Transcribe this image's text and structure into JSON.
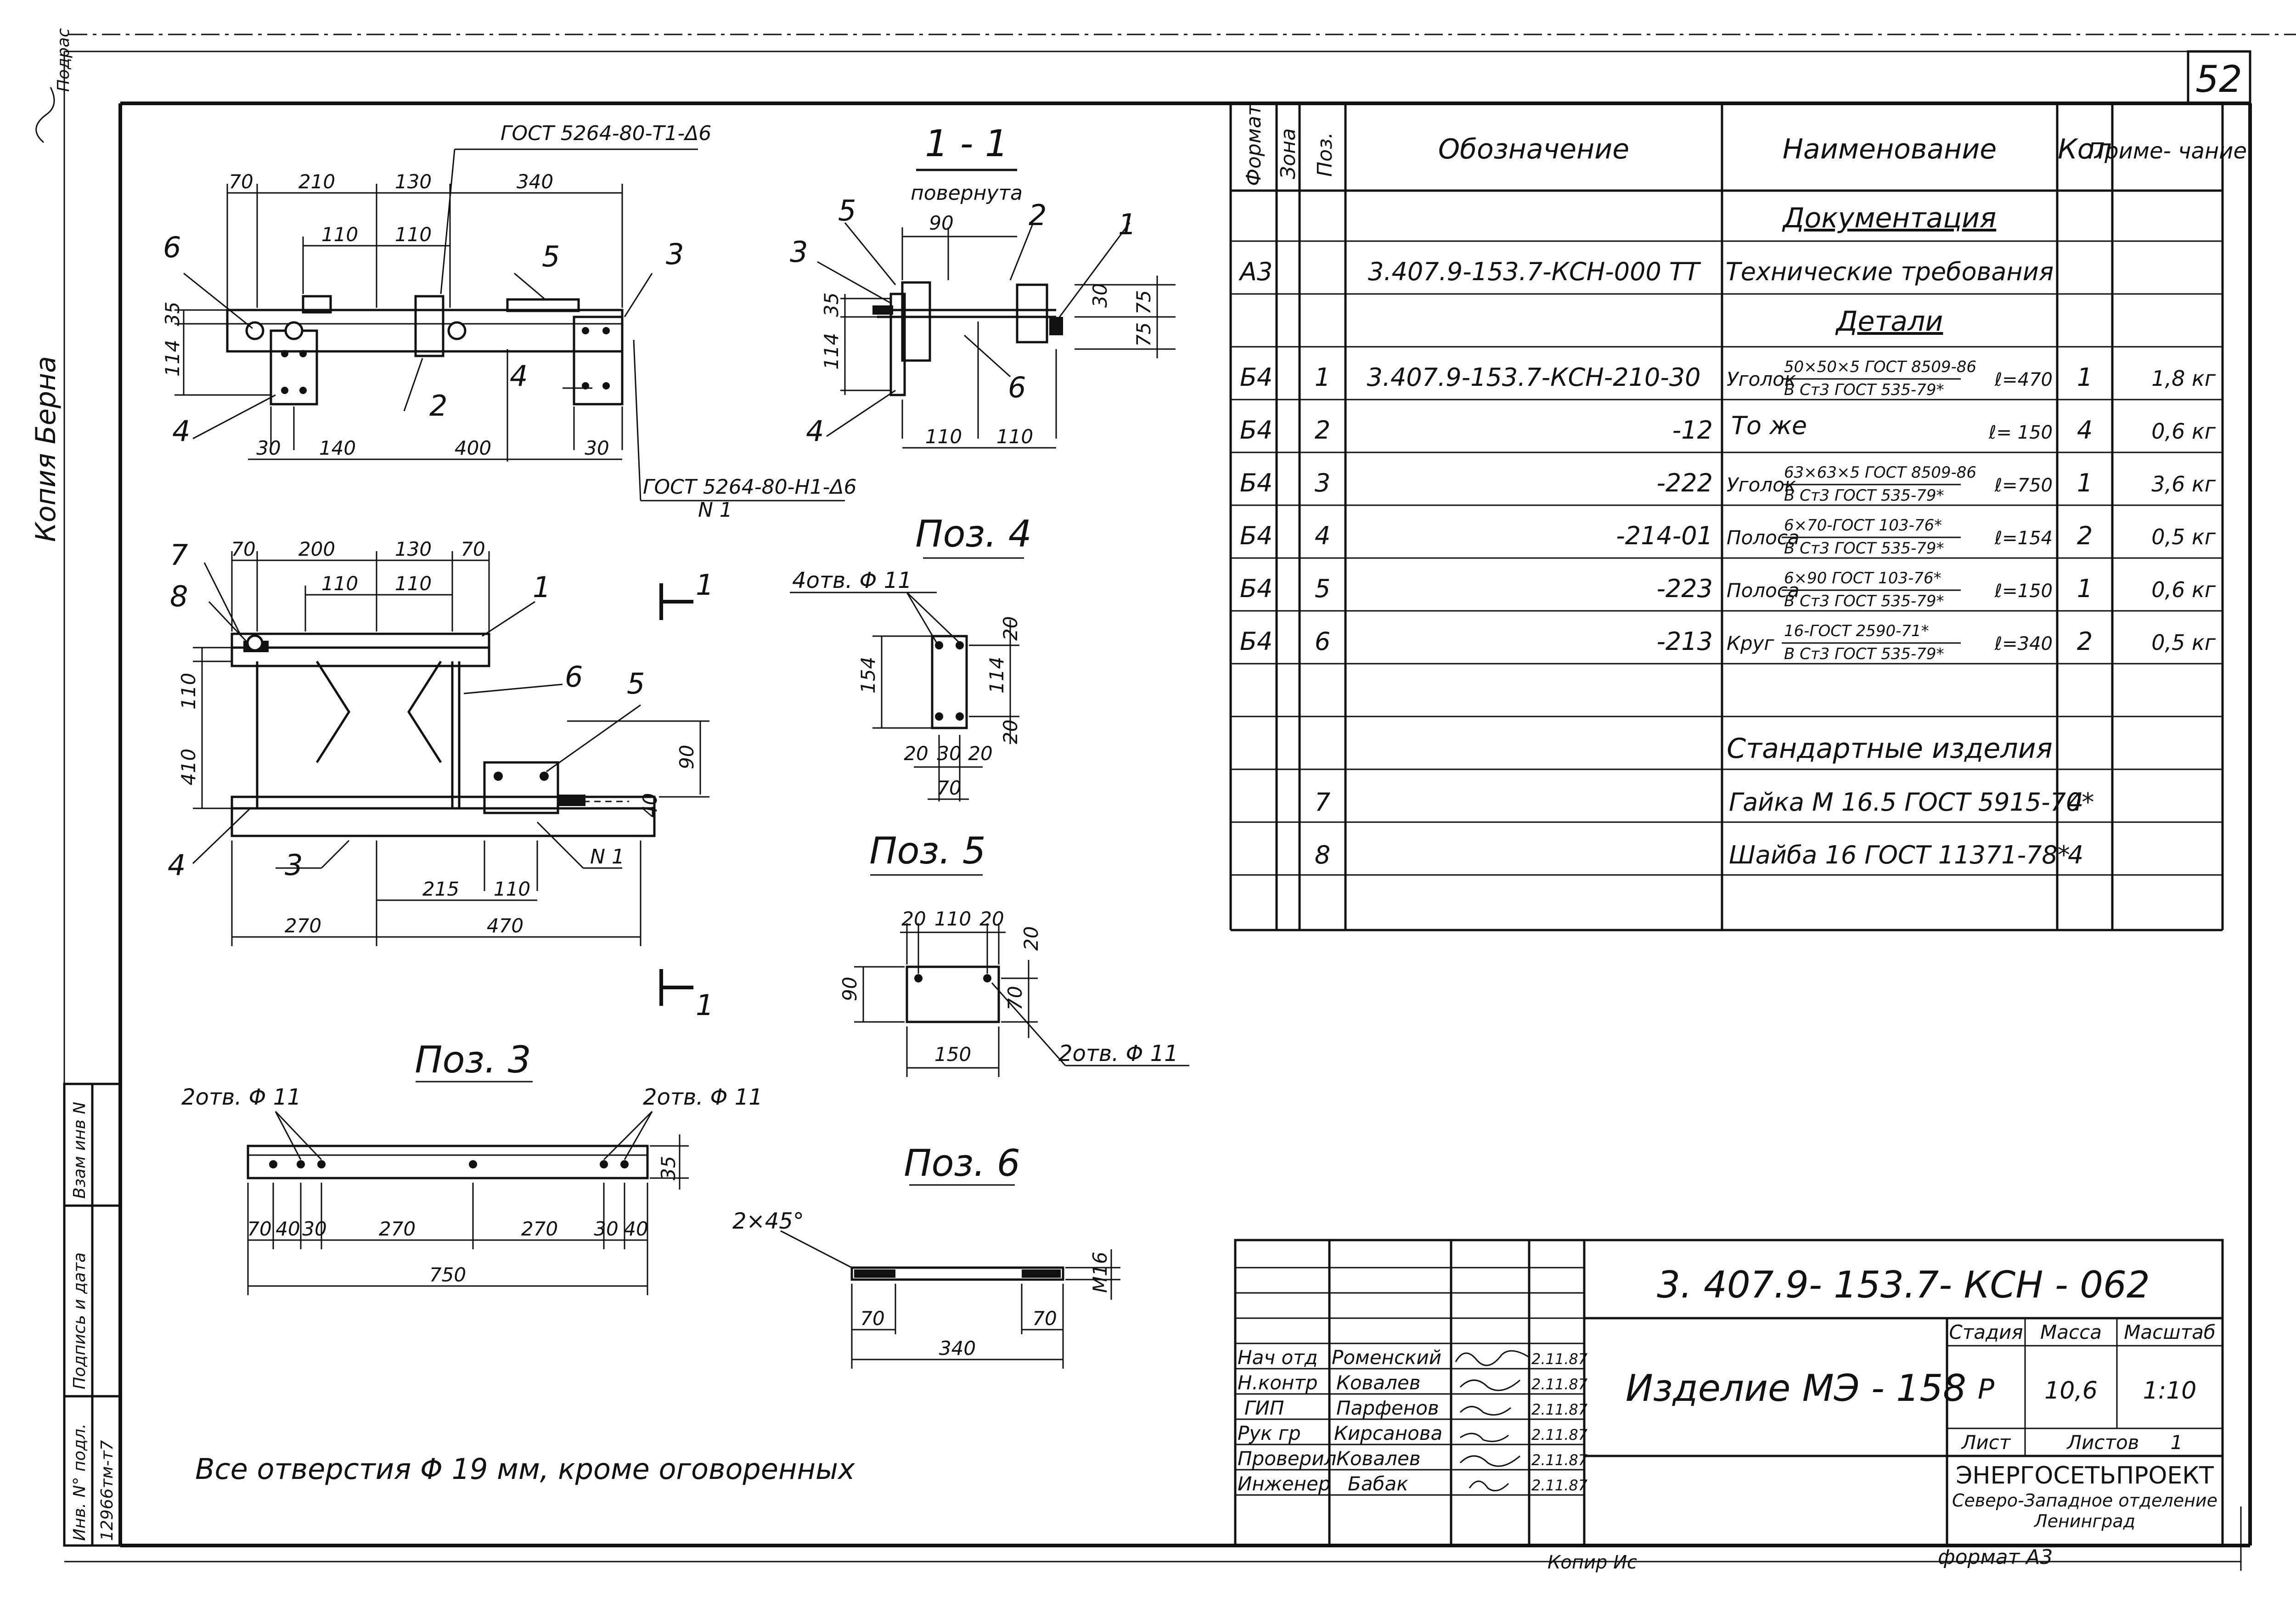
{
  "sheet_number": "52",
  "margin": {
    "side_note": "Копия Берна",
    "corner_note": "Подрас",
    "inv_labels": [
      "Инв. N° подл.",
      "Подпись и дата",
      "Взам инв N"
    ],
    "inv_value": "12966тм-т7"
  },
  "views": {
    "main_dims_top": [
      "70",
      "210",
      "130",
      "340"
    ],
    "main_dims_mid": [
      "110",
      "110"
    ],
    "main_dims_bottom": [
      "30",
      "140",
      "400",
      "30"
    ],
    "main_dims_left": [
      "35",
      "114"
    ],
    "main_std_top": "ГОСТ 5264-80-Т1-Δ6",
    "main_std_bottom": "ГОСТ 5264-80-Н1-Δ6",
    "main_std_bottom_sub": "N 1",
    "main_pos": [
      "6",
      "5",
      "3",
      "2",
      "4",
      "4"
    ],
    "plan_dims_top": [
      "70",
      "200",
      "130",
      "70"
    ],
    "plan_dims_mid": [
      "110",
      "110"
    ],
    "plan_dims_left": [
      "110",
      "410"
    ],
    "plan_dims_right": [
      "90",
      "40"
    ],
    "plan_dims_bottom": [
      "215",
      "110"
    ],
    "plan_dims_bottom2": [
      "270",
      "470"
    ],
    "plan_pos": [
      "7",
      "8",
      "1",
      "6",
      "5",
      "4",
      "3"
    ],
    "plan_weld": "N 1",
    "section_mark": "1",
    "section_title": "1 - 1",
    "section_sub": "повернута",
    "section_dims_top": "90",
    "section_dims_left": [
      "35",
      "114"
    ],
    "section_dims_right": [
      "30",
      "75",
      "75"
    ],
    "section_dims_bottom": [
      "110",
      "110"
    ],
    "section_pos": [
      "5",
      "2",
      "1",
      "3",
      "6",
      "4"
    ],
    "pos4_title": "Поз. 4",
    "pos4_holes": "4отв. Φ 11",
    "pos4_dims": [
      "154",
      "114",
      "20",
      "20",
      "20",
      "30",
      "20",
      "70"
    ],
    "pos5_title": "Поз. 5",
    "pos5_holes": "2отв. Φ 11",
    "pos5_dims": [
      "20",
      "110",
      "20",
      "90",
      "20",
      "70",
      "150"
    ],
    "pos3_title": "Поз. 3",
    "pos3_holes_left": "2отв. Φ 11",
    "pos3_holes_right": "2отв. Φ 11",
    "pos3_dims": [
      "70",
      "40",
      "30",
      "270",
      "270",
      "30",
      "40"
    ],
    "pos3_total": "750",
    "pos3_height": "35",
    "pos6_title": "Поз. 6",
    "pos6_chamfer": "2×45°",
    "pos6_thread": "М16",
    "pos6_dims": [
      "70",
      "70"
    ],
    "pos6_total": "340"
  },
  "note": "Все отверстия Φ 19 мм, кроме оговоренных",
  "spec": {
    "headers": {
      "format": "Формат",
      "zone": "Зона",
      "pos": "Поз.",
      "designation": "Обозначение",
      "name": "Наименование",
      "qty": "Кол",
      "note": "Приме- чание"
    },
    "section_docs": "Документация",
    "section_parts": "Детали",
    "section_std": "Стандартные изделия",
    "rows": [
      {
        "format": "А3",
        "pos": "",
        "designation": "3.407.9-153.7-КСН-000 ТТ",
        "name": "Технические требования",
        "frac_top": "",
        "frac_bot": "",
        "len": "",
        "qty": "",
        "note": ""
      },
      {
        "format": "Б4",
        "pos": "1",
        "designation": "3.407.9-153.7-КСН-210-30",
        "name": "Уголок",
        "frac_top": "50×50×5 ГОСТ 8509-86",
        "frac_bot": "В Ст3 ГОСТ 535-79*",
        "len": "ℓ=470",
        "qty": "1",
        "note": "1,8 кг"
      },
      {
        "format": "Б4",
        "pos": "2",
        "designation": "-12",
        "name": "То же",
        "frac_top": "",
        "frac_bot": "",
        "len": "ℓ= 150",
        "qty": "4",
        "note": "0,6 кг"
      },
      {
        "format": "Б4",
        "pos": "3",
        "designation": "-222",
        "name": "Уголок",
        "frac_top": "63×63×5 ГОСТ 8509-86",
        "frac_bot": "В Ст3 ГОСТ 535-79*",
        "len": "ℓ=750",
        "qty": "1",
        "note": "3,6 кг"
      },
      {
        "format": "Б4",
        "pos": "4",
        "designation": "-214-01",
        "name": "Полоса",
        "frac_top": "6×70-ГОСТ 103-76*",
        "frac_bot": "В Ст3 ГОСТ 535-79*",
        "len": "ℓ=154",
        "qty": "2",
        "note": "0,5 кг"
      },
      {
        "format": "Б4",
        "pos": "5",
        "designation": "-223",
        "name": "Полоса",
        "frac_top": "6×90 ГОСТ 103-76*",
        "frac_bot": "В Ст3 ГОСТ 535-79*",
        "len": "ℓ=150",
        "qty": "1",
        "note": "0,6 кг"
      },
      {
        "format": "Б4",
        "pos": "6",
        "designation": "-213",
        "name": "Круг",
        "frac_top": "16-ГОСТ 2590-71*",
        "frac_bot": "В Ст3 ГОСТ 535-79*",
        "len": "ℓ=340",
        "qty": "2",
        "note": "0,5 кг"
      },
      {
        "format": "",
        "pos": "7",
        "designation": "",
        "name": "Гайка М 16.5 ГОСТ 5915-70*",
        "frac_top": "",
        "frac_bot": "",
        "len": "",
        "qty": "4",
        "note": ""
      },
      {
        "format": "",
        "pos": "8",
        "designation": "",
        "name": "Шайба 16 ГОСТ 11371-78*",
        "frac_top": "",
        "frac_bot": "",
        "len": "",
        "qty": "4",
        "note": ""
      }
    ]
  },
  "title_block": {
    "code": "3. 407.9- 153.7- КСН - 062",
    "product": "Изделие   МЭ - 158",
    "stage_label": "Стадия",
    "mass_label": "Масса",
    "scale_label": "Масштаб",
    "stage": "Р",
    "mass": "10,6",
    "scale": "1:10",
    "sheet_label": "Лист",
    "sheets_label": "Листов",
    "sheets": "1",
    "org1": "ЭНЕРГОСЕТЬПРОЕКТ",
    "org2": "Северо-Западное отделение",
    "org3": "Ленинград",
    "format_note": "формат А3",
    "copy_note": "Копир Ис",
    "people": [
      {
        "role": "Нач отд",
        "name": "Роменский",
        "date": "2.11.87"
      },
      {
        "role": "Н.контр",
        "name": "Ковалев",
        "date": "2.11.87"
      },
      {
        "role": "ГИП",
        "name": "Парфенов",
        "date": "2.11.87"
      },
      {
        "role": "Рук гр",
        "name": "Кирсанова",
        "date": "2.11.87"
      },
      {
        "role": "Проверил",
        "name": "Ковалев",
        "date": "2.11.87"
      },
      {
        "role": "Инженер",
        "name": "Бабак",
        "date": "2.11.87"
      }
    ]
  }
}
